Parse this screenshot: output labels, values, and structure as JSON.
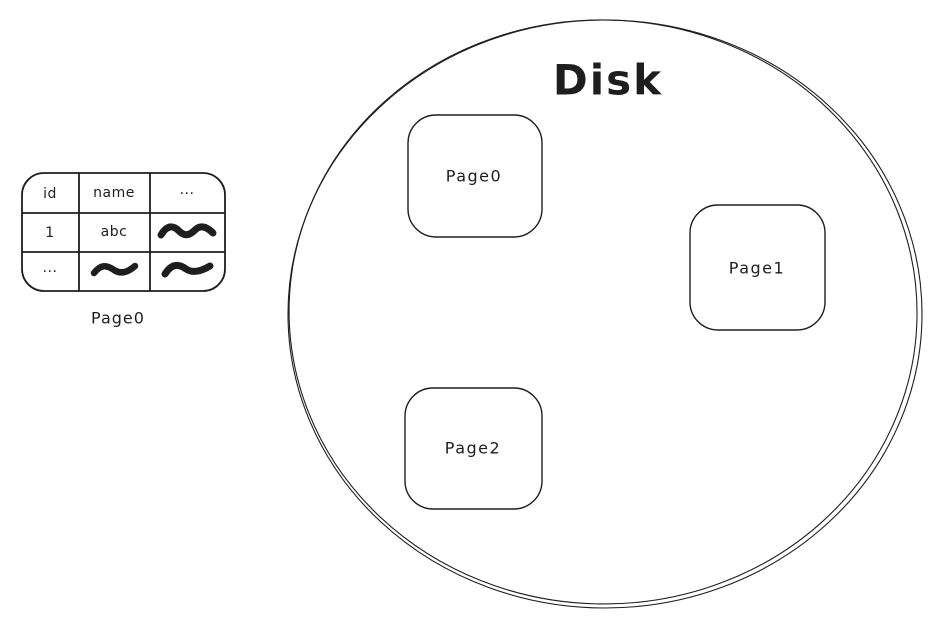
{
  "colors": {
    "stroke": "#1e1e1e",
    "text": "#1e1e1e",
    "background": "#ffffff"
  },
  "disk": {
    "title": "Disk",
    "pages": [
      {
        "label": "Page0"
      },
      {
        "label": "Page1"
      },
      {
        "label": "Page2"
      }
    ]
  },
  "page_table": {
    "caption": "Page0",
    "headers": [
      "id",
      "name",
      "..."
    ],
    "rows": [
      [
        "1",
        "abc",
        "squiggle"
      ],
      [
        "...",
        "squiggle",
        "squiggle"
      ]
    ]
  },
  "icons": {
    "squiggle_single": "~",
    "squiggle_double": "~~"
  }
}
